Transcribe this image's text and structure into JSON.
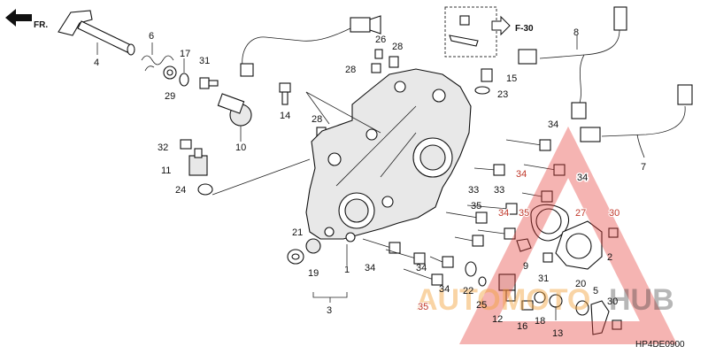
{
  "diagram": {
    "diagram_code": "HP4DE0900",
    "direction_marker": "FR.",
    "reference_label": "F-30",
    "watermark": {
      "part1": "AUTO",
      "part2": "MOTO",
      "part3": "HUB"
    },
    "callouts": [
      {
        "id": "c4",
        "text": "4"
      },
      {
        "id": "c6",
        "text": "6"
      },
      {
        "id": "c29",
        "text": "29"
      },
      {
        "id": "c17",
        "text": "17"
      },
      {
        "id": "c31a",
        "text": "31"
      },
      {
        "id": "c10",
        "text": "10"
      },
      {
        "id": "c14",
        "text": "14"
      },
      {
        "id": "c26",
        "text": "26"
      },
      {
        "id": "c28a",
        "text": "28"
      },
      {
        "id": "c28b",
        "text": "28"
      },
      {
        "id": "c28c",
        "text": "28"
      },
      {
        "id": "c32",
        "text": "32"
      },
      {
        "id": "c11",
        "text": "11"
      },
      {
        "id": "c24",
        "text": "24"
      },
      {
        "id": "c21",
        "text": "21"
      },
      {
        "id": "c19",
        "text": "19"
      },
      {
        "id": "c1",
        "text": "1"
      },
      {
        "id": "c3",
        "text": "3"
      },
      {
        "id": "c15",
        "text": "15"
      },
      {
        "id": "c23",
        "text": "23"
      },
      {
        "id": "c8",
        "text": "8"
      },
      {
        "id": "c7",
        "text": "7"
      },
      {
        "id": "c34a",
        "text": "34"
      },
      {
        "id": "c34b",
        "text": "34"
      },
      {
        "id": "c34c",
        "text": "34"
      },
      {
        "id": "c34d",
        "text": "34"
      },
      {
        "id": "c34e",
        "text": "34"
      },
      {
        "id": "c34f",
        "text": "34"
      },
      {
        "id": "c34g",
        "text": "34"
      },
      {
        "id": "c33a",
        "text": "33"
      },
      {
        "id": "c33b",
        "text": "33"
      },
      {
        "id": "c35a",
        "text": "35"
      },
      {
        "id": "c35b",
        "text": "35"
      },
      {
        "id": "c35c",
        "text": "35"
      },
      {
        "id": "c27",
        "text": "27"
      },
      {
        "id": "c30a",
        "text": "30"
      },
      {
        "id": "c30b",
        "text": "30"
      },
      {
        "id": "c2",
        "text": "2"
      },
      {
        "id": "c9",
        "text": "9"
      },
      {
        "id": "c31b",
        "text": "31"
      },
      {
        "id": "c20",
        "text": "20"
      },
      {
        "id": "c22",
        "text": "22"
      },
      {
        "id": "c25",
        "text": "25"
      },
      {
        "id": "c12",
        "text": "12"
      },
      {
        "id": "c16",
        "text": "16"
      },
      {
        "id": "c18",
        "text": "18"
      },
      {
        "id": "c13",
        "text": "13"
      },
      {
        "id": "c5",
        "text": "5"
      }
    ]
  },
  "colors": {
    "ink": "#111111",
    "watermark_red": "#e53935",
    "watermark_orange": "#f2a23a",
    "callout_red": "#c0392b"
  }
}
